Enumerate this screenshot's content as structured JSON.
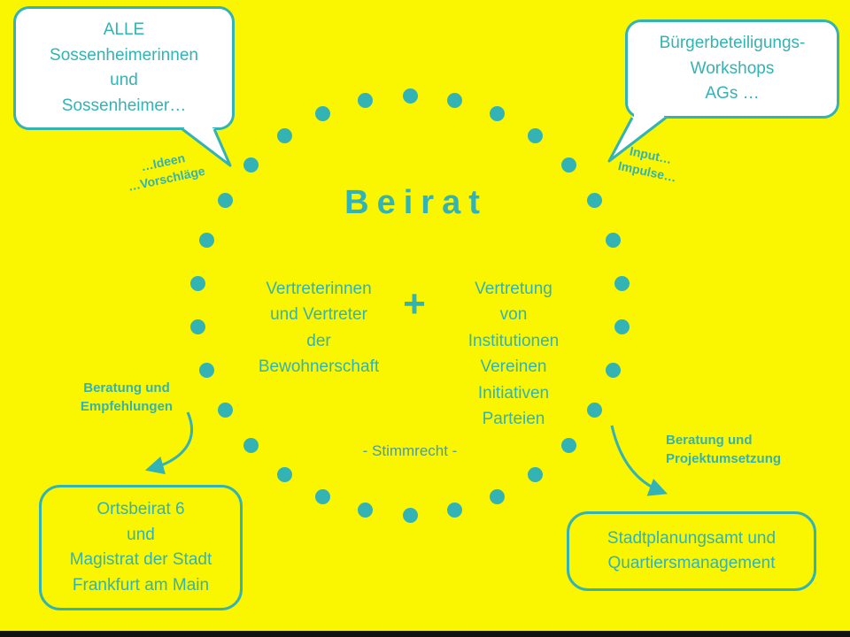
{
  "colors": {
    "background": "#FAF500",
    "teal": "#33B3B3",
    "muted_teal": "#4E9C9C",
    "bubble_fill": "#FFFFFF",
    "footer_bar": "#111111"
  },
  "title": {
    "text": "Beirat"
  },
  "circle": {
    "left_group": [
      "Vertreterinnen",
      "und Vertreter",
      "der",
      "Bewohnerschaft"
    ],
    "plus": "+",
    "right_group": [
      "Vertretung",
      "von",
      "Institutionen",
      "Vereinen",
      "Initiativen",
      "Parteien"
    ],
    "note": "- Stimmrecht -"
  },
  "bubbles": {
    "top_left": {
      "lines": [
        "ALLE",
        "Sossenheimerinnen",
        "und",
        "Sossenheimer…"
      ]
    },
    "top_right": {
      "lines": [
        "Bürgerbeteiligungs-",
        "Workshops",
        "AGs …"
      ]
    },
    "bottom_left": {
      "lines": [
        "Ortsbeirat 6",
        "und",
        "Magistrat der Stadt",
        "Frankfurt am Main"
      ]
    },
    "bottom_right": {
      "lines": [
        "Stadtplanungsamt und",
        "Quartiersmanagement"
      ]
    }
  },
  "annotations": {
    "left_flow": [
      "…Ideen",
      "…Vorschläge"
    ],
    "right_flow": [
      "Input…",
      "Impulse…"
    ],
    "left_arrow_label": [
      "Beratung und",
      "Empfehlungen"
    ],
    "right_arrow_label": [
      "Beratung und",
      "Projektumsetzung"
    ]
  }
}
